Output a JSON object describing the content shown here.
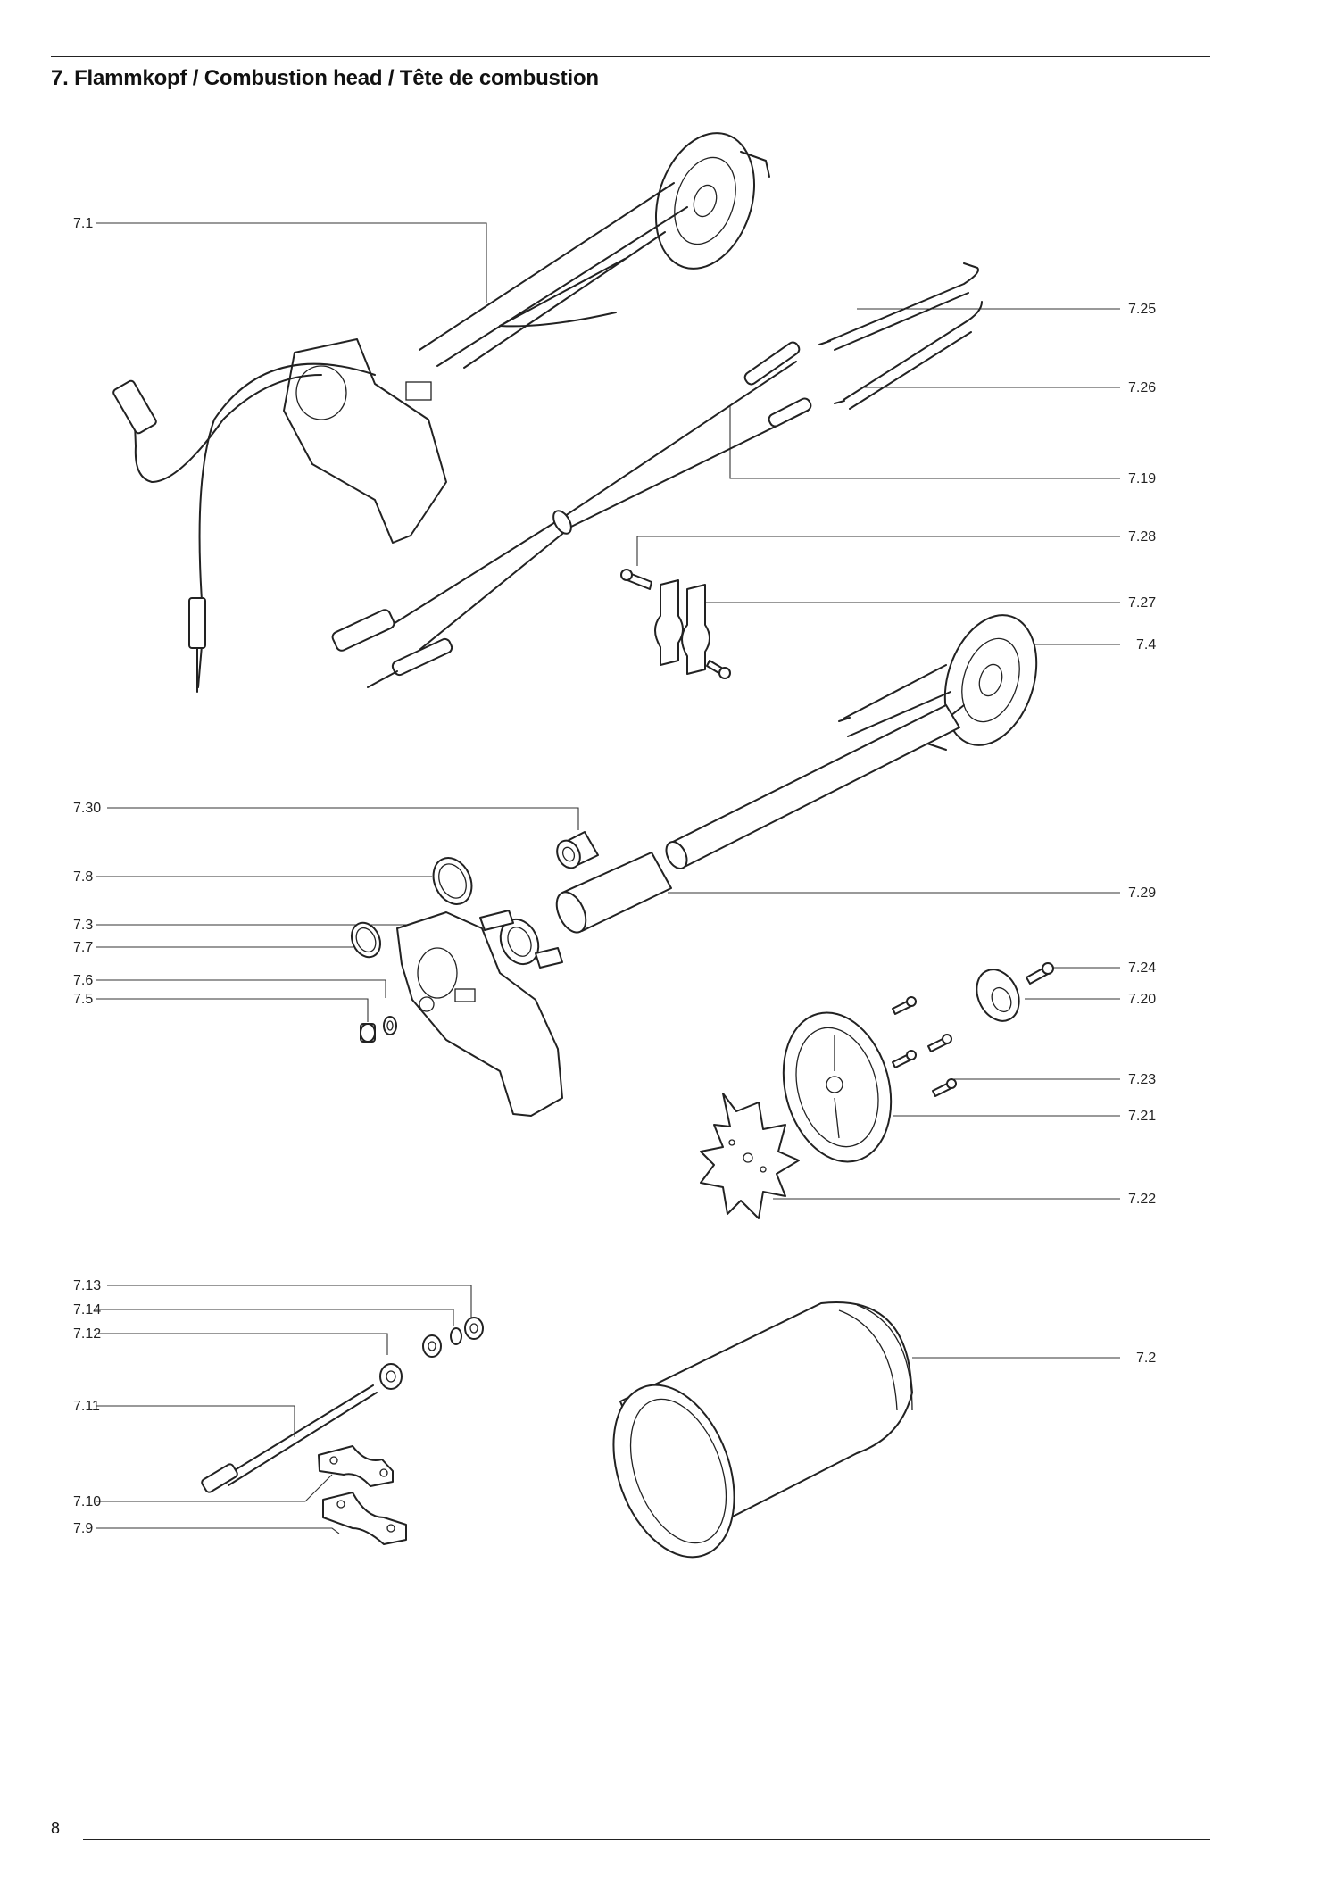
{
  "header": {
    "title": "7. Flammkopf / Combustion head / Tête de combustion"
  },
  "footer": {
    "page_number": "8"
  },
  "callouts": [
    {
      "id": "lbl-7-1",
      "text": "7.1"
    },
    {
      "id": "lbl-7-25",
      "text": "7.25"
    },
    {
      "id": "lbl-7-26",
      "text": "7.26"
    },
    {
      "id": "lbl-7-19",
      "text": "7.19"
    },
    {
      "id": "lbl-7-28",
      "text": "7.28"
    },
    {
      "id": "lbl-7-27",
      "text": "7.27"
    },
    {
      "id": "lbl-7-4",
      "text": "7.4"
    },
    {
      "id": "lbl-7-30",
      "text": "7.30"
    },
    {
      "id": "lbl-7-8",
      "text": "7.8"
    },
    {
      "id": "lbl-7-29",
      "text": "7.29"
    },
    {
      "id": "lbl-7-3",
      "text": "7.3"
    },
    {
      "id": "lbl-7-7",
      "text": "7.7"
    },
    {
      "id": "lbl-7-24",
      "text": "7.24"
    },
    {
      "id": "lbl-7-6",
      "text": "7.6"
    },
    {
      "id": "lbl-7-5",
      "text": "7.5"
    },
    {
      "id": "lbl-7-20",
      "text": "7.20"
    },
    {
      "id": "lbl-7-23",
      "text": "7.23"
    },
    {
      "id": "lbl-7-21",
      "text": "7.21"
    },
    {
      "id": "lbl-7-22",
      "text": "7.22"
    },
    {
      "id": "lbl-7-13",
      "text": "7.13"
    },
    {
      "id": "lbl-7-14",
      "text": "7.14"
    },
    {
      "id": "lbl-7-12",
      "text": "7.12"
    },
    {
      "id": "lbl-7-2",
      "text": "7.2"
    },
    {
      "id": "lbl-7-11",
      "text": "7.11"
    },
    {
      "id": "lbl-7-10",
      "text": "7.10"
    },
    {
      "id": "lbl-7-9",
      "text": "7.9"
    }
  ]
}
